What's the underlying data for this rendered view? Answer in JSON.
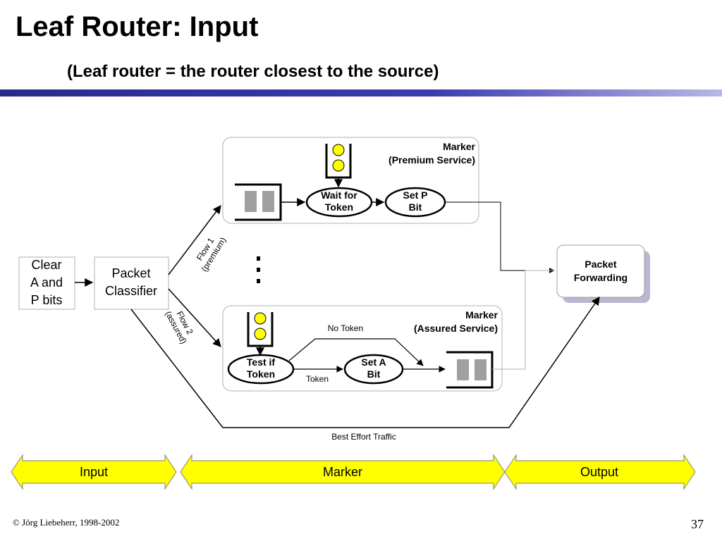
{
  "slide": {
    "title": "Leaf Router:  Input",
    "subtitle": "(Leaf router = the router closest to the source)",
    "copyright": "© Jörg Liebeherr, 1998-2002",
    "page_number": "37"
  },
  "diagram": {
    "clear_box": [
      "Clear",
      "A and",
      "P bits"
    ],
    "classifier": [
      "Packet",
      "Classifier"
    ],
    "flow1": [
      "Flow 1",
      "(premium)"
    ],
    "flow2": [
      "Flow 2",
      "(assured)"
    ],
    "ellipsis": "⋮",
    "marker_premium": [
      "Marker",
      "(Premium Service)"
    ],
    "marker_assured": [
      "Marker",
      "(Assured Service)"
    ],
    "wait_token": [
      "Wait for",
      "Token"
    ],
    "set_p": [
      "Set  P",
      "Bit"
    ],
    "test_token": [
      "Test if",
      "Token"
    ],
    "set_a": [
      "Set  A",
      "Bit"
    ],
    "no_token": "No Token",
    "token": "Token",
    "packet_forwarding": [
      "Packet",
      "Forwarding"
    ],
    "best_effort": "Best Effort Traffic"
  },
  "phases": {
    "input": "Input",
    "marker": "Marker",
    "output": "Output"
  },
  "colors": {
    "token_yellow": "#ffff00",
    "phase_yellow": "#ffff00",
    "rule_blue": "#2a2a8c",
    "queue_gray": "#a0a0a0"
  }
}
